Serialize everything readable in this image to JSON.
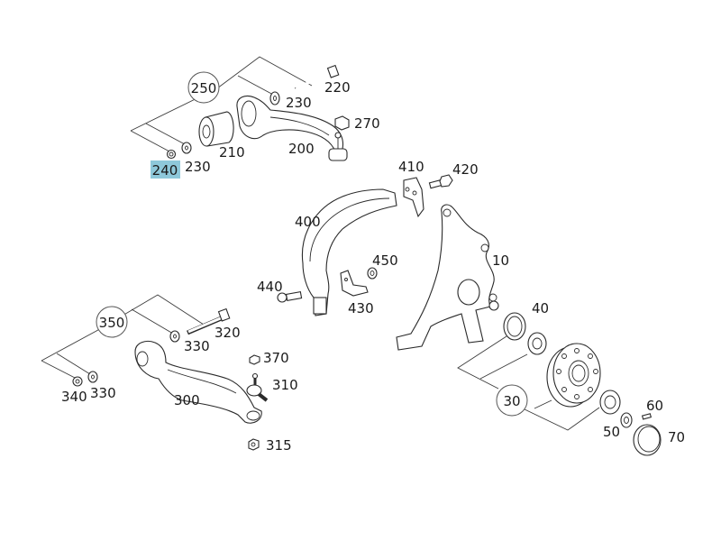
{
  "diagram": {
    "title": "Front axle suspension exploded parts diagram",
    "highlight_color": "#8ec8da",
    "highlighted_label": "240",
    "labels": {
      "p10": "10",
      "p30": "30",
      "p40": "40",
      "p50": "50",
      "p60": "60",
      "p70": "70",
      "p200": "200",
      "p210": "210",
      "p220": "220",
      "p230a": "230",
      "p230b": "230",
      "p240": "240",
      "p250": "250",
      "p270": "270",
      "p300": "300",
      "p310": "310",
      "p315": "315",
      "p320": "320",
      "p330a": "330",
      "p330b": "330",
      "p340": "340",
      "p350": "350",
      "p370": "370",
      "p400": "400",
      "p410": "410",
      "p420": "420",
      "p430": "430",
      "p440": "440",
      "p450": "450"
    }
  }
}
